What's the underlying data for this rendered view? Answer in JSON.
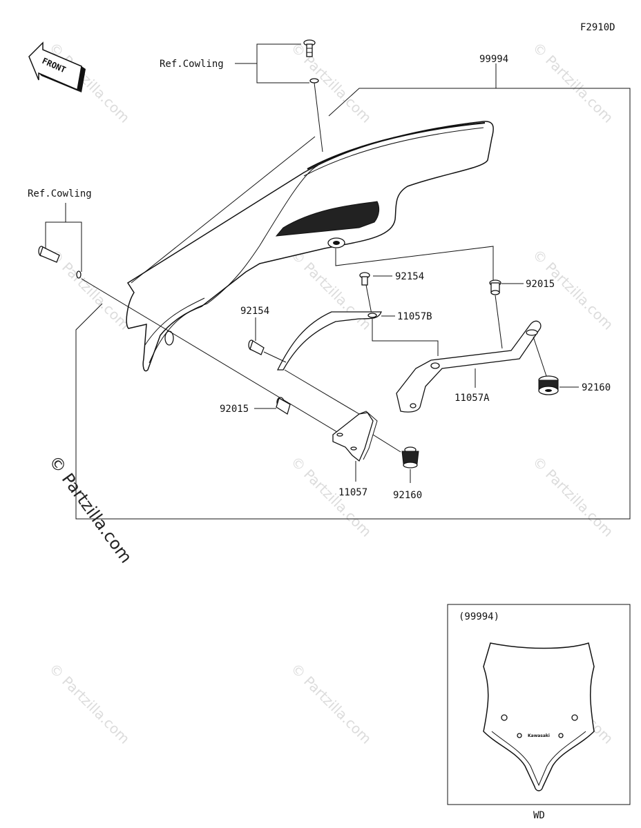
{
  "diagram": {
    "figure_code": "F2910D",
    "front_arrow_label": "FRONT",
    "ref_cowling_top": "Ref.Cowling",
    "ref_cowling_left": "Ref.Cowling",
    "parts": {
      "p99994": "99994",
      "p92154_a": "92154",
      "p92154_b": "92154",
      "p92015_a": "92015",
      "p92015_b": "92015",
      "p11057B": "11057B",
      "p11057A": "11057A",
      "p11057": "11057",
      "p92160_a": "92160",
      "p92160_b": "92160"
    },
    "inset": {
      "title": "(99994)",
      "caption": "WD",
      "logo_text": "Kawasaki"
    },
    "watermark": {
      "text": "© Partzilla.com"
    }
  }
}
